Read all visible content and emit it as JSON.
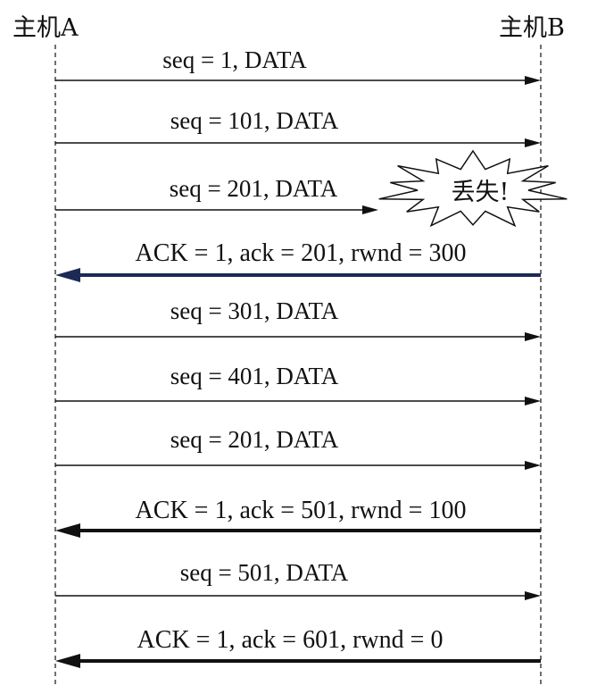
{
  "hosts": {
    "left": "主机A",
    "right": "主机B"
  },
  "loss_label": "丢失!",
  "messages": [
    {
      "text": "seq = 1, DATA",
      "direction": "A->B",
      "style": "thin"
    },
    {
      "text": "seq = 101, DATA",
      "direction": "A->B",
      "style": "thin"
    },
    {
      "text": "seq = 201, DATA",
      "direction": "A->B",
      "style": "lost"
    },
    {
      "text": "ACK = 1, ack = 201, rwnd = 300",
      "direction": "B->A",
      "style": "thick"
    },
    {
      "text": "seq = 301, DATA",
      "direction": "A->B",
      "style": "thin"
    },
    {
      "text": "seq = 401, DATA",
      "direction": "A->B",
      "style": "thin"
    },
    {
      "text": "seq = 201, DATA",
      "direction": "A->B",
      "style": "thin"
    },
    {
      "text": "ACK = 1, ack = 501, rwnd = 100",
      "direction": "B->A",
      "style": "thick"
    },
    {
      "text": "seq = 501, DATA",
      "direction": "A->B",
      "style": "thin"
    },
    {
      "text": "ACK = 1, ack = 601, rwnd = 0",
      "direction": "B->A",
      "style": "thick"
    }
  ],
  "colors": {
    "ink": "#111111",
    "ack_first": "#1c2a55"
  }
}
